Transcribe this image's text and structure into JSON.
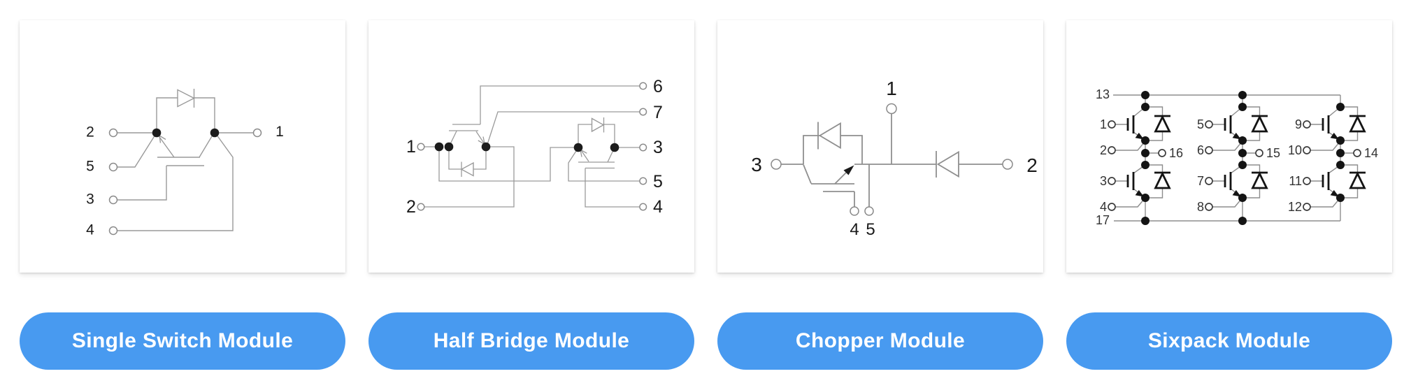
{
  "theme": {
    "accent": "#489af0",
    "card_background": "#ffffff",
    "page_background": "#ffffff",
    "wire_color": "#9a9a9a",
    "symbol_color": "#141414",
    "label_color": "#1a1a1a",
    "button_text_color": "#ffffff"
  },
  "cards": [
    {
      "id": "single-switch",
      "button_label": "Single Switch Module",
      "terminals": {
        "t1": "1",
        "t2": "2",
        "t3": "3",
        "t4": "4",
        "t5": "5"
      }
    },
    {
      "id": "half-bridge",
      "button_label": "Half Bridge Module",
      "terminals": {
        "t1": "1",
        "t2": "2",
        "t3": "3",
        "t4": "4",
        "t5": "5",
        "t6": "6",
        "t7": "7"
      }
    },
    {
      "id": "chopper",
      "button_label": "Chopper Module",
      "terminals": {
        "t1": "1",
        "t2": "2",
        "t3": "3",
        "t4": "4",
        "t5": "5"
      }
    },
    {
      "id": "sixpack",
      "button_label": "Sixpack Module",
      "terminals": {
        "t1": "1",
        "t2": "2",
        "t3": "3",
        "t4": "4",
        "t5": "5",
        "t6": "6",
        "t7": "7",
        "t8": "8",
        "t9": "9",
        "t10": "10",
        "t11": "11",
        "t12": "12",
        "t13": "13",
        "t14": "14",
        "t15": "15",
        "t16": "16",
        "t17": "17"
      }
    }
  ]
}
